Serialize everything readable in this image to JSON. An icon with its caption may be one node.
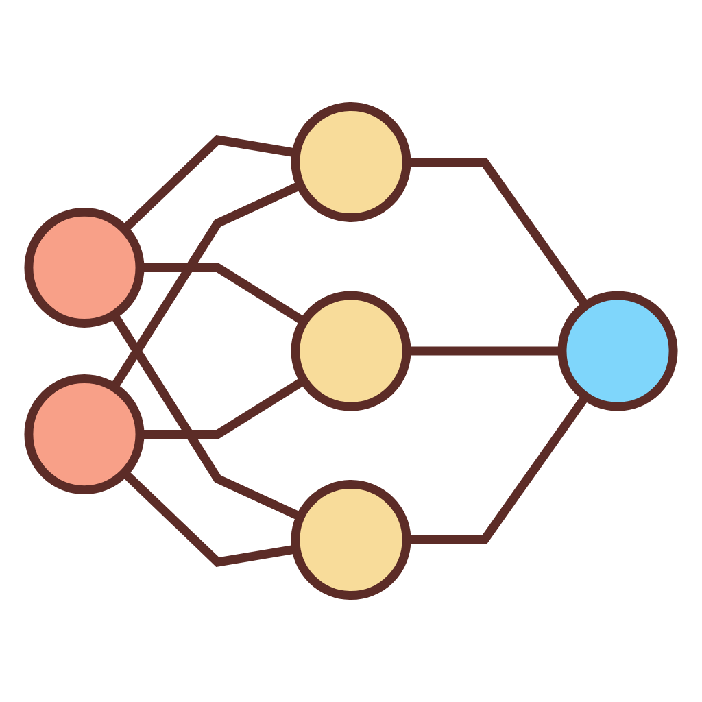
{
  "diagram": {
    "nodes": [
      {
        "text": [],
        "shape": "circle"
      },
      {
        "text": [],
        "shape": "circle"
      },
      {
        "text": [],
        "shape": "circle"
      },
      {
        "text": [],
        "shape": "circle"
      },
      {
        "text": [],
        "shape": "circle"
      },
      {
        "text": [],
        "shape": "circle"
      }
    ],
    "edges": [
      {
        "from": 0,
        "to": 2,
        "arrow": "none"
      },
      {
        "from": 0,
        "to": 3,
        "arrow": "none"
      },
      {
        "from": 0,
        "to": 4,
        "arrow": "none"
      },
      {
        "from": 1,
        "to": 2,
        "arrow": "none"
      },
      {
        "from": 1,
        "to": 3,
        "arrow": "none"
      },
      {
        "from": 1,
        "to": 4,
        "arrow": "none"
      },
      {
        "from": 2,
        "to": 5,
        "arrow": "none"
      },
      {
        "from": 3,
        "to": 5,
        "arrow": "none"
      },
      {
        "from": 4,
        "to": 5,
        "arrow": "none"
      }
    ]
  }
}
